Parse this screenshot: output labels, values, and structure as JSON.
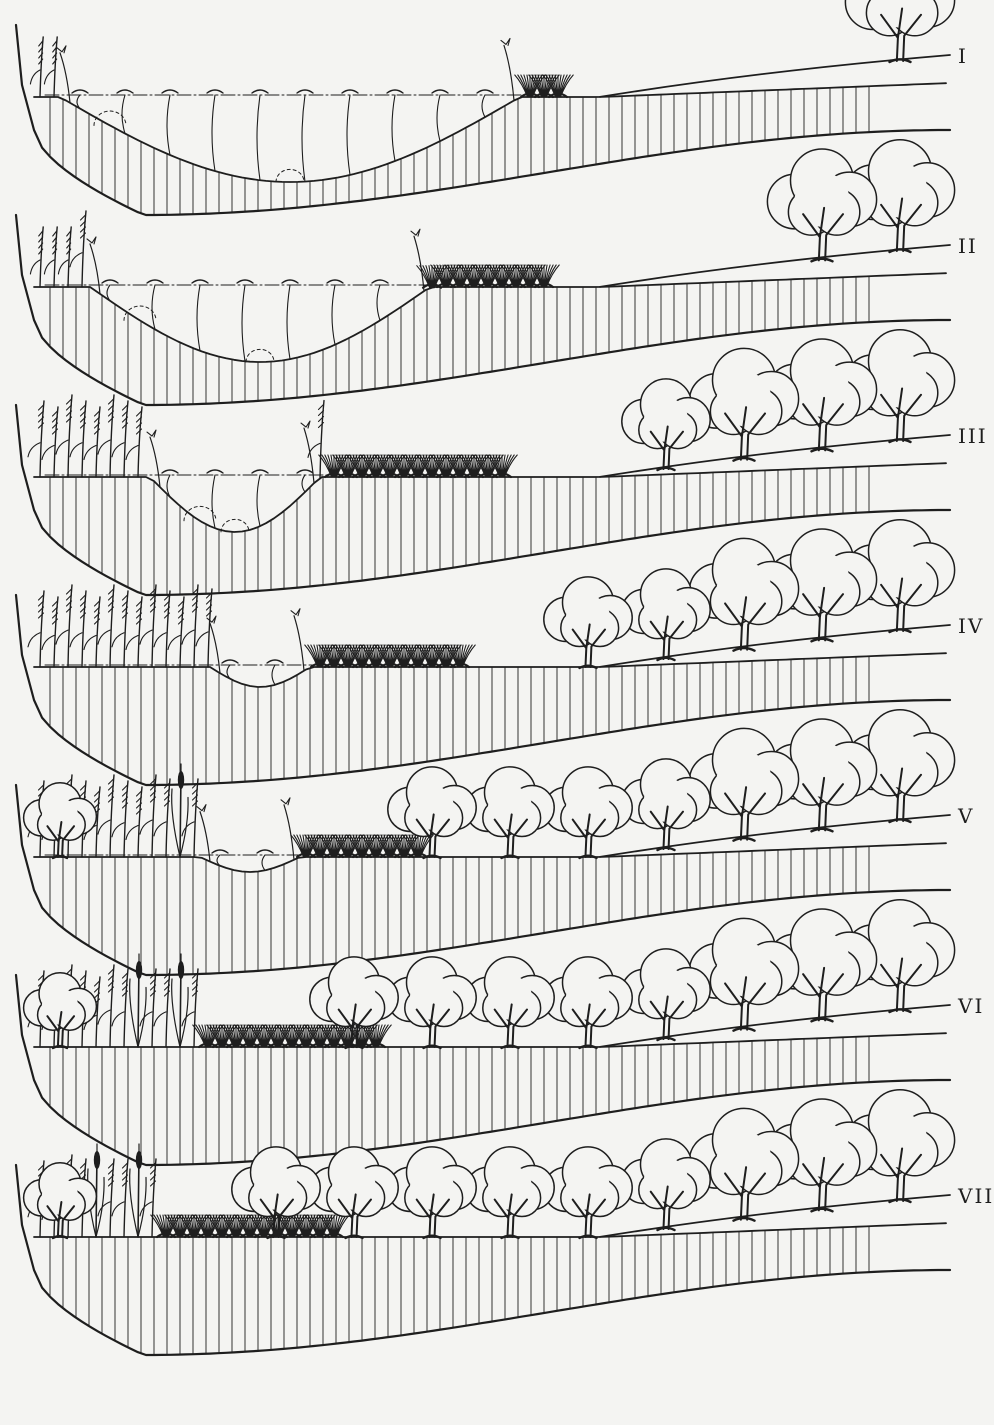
{
  "colors": {
    "ink": "#1e1e1e",
    "paper": "#f4f4f2"
  },
  "stages": [
    {
      "label": "I"
    },
    {
      "label": "II"
    },
    {
      "label": "III"
    },
    {
      "label": "IV"
    },
    {
      "label": "V"
    },
    {
      "label": "VI"
    },
    {
      "label": "VII"
    }
  ]
}
